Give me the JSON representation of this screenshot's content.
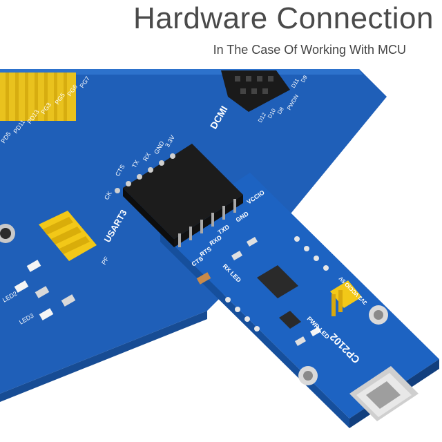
{
  "header": {
    "title": "Hardware Connection",
    "subtitle": "In The Case Of Working With MCU"
  },
  "board_labels": {
    "usart": "USART3",
    "dcmi": "DCMI",
    "pins_left": [
      "CK",
      "CTS",
      "TX",
      "RX",
      "GND",
      "3.3V"
    ],
    "pins_right": [
      "VCCIO",
      "GND",
      "TXD",
      "RXD",
      "RTS",
      "CTS"
    ],
    "led_rx": "RX LED",
    "led_pwr": "PWR LED",
    "jumper": "3V3 VCCIO 5V",
    "chip": "CP2102",
    "ports": [
      "PG7",
      "PG6",
      "PG5",
      "PG3",
      "PD13",
      "PD11",
      "PD5"
    ],
    "dcmi_pins": [
      "PWDN",
      "D8",
      "D10",
      "D12",
      "D9",
      "D11"
    ],
    "leds_left": [
      "LED2",
      "LED3"
    ],
    "pf": "PF"
  }
}
